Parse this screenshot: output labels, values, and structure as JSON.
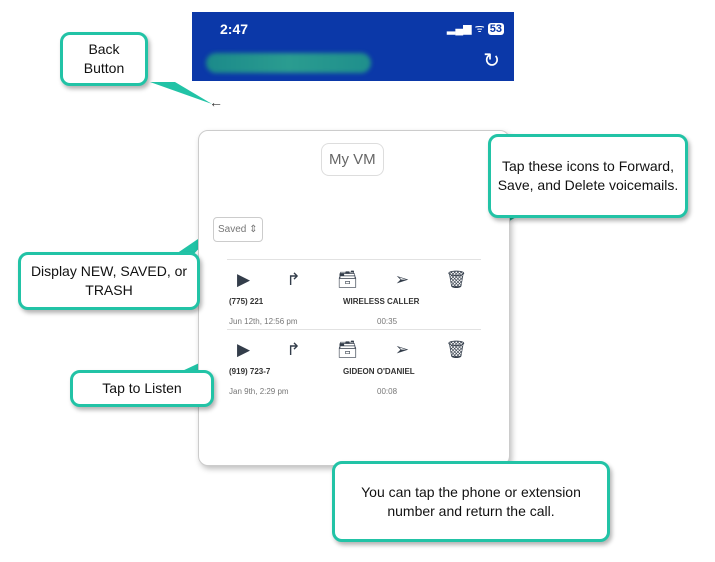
{
  "status_bar": {
    "time": "2:47",
    "battery": "53"
  },
  "header": {
    "refresh_icon": "refresh-icon"
  },
  "page": {
    "back_icon": "←",
    "title": "My VM",
    "filter_value": "Saved"
  },
  "voicemails": [
    {
      "number": "(775) 221",
      "caller": "WIRELESS CALLER",
      "date": "Jun 12th, 12:56 pm",
      "duration": "00:35"
    },
    {
      "number": "(919) 723-7",
      "caller": "GIDEON O'DANIEL",
      "date": "Jan 9th, 2:29 pm",
      "duration": "00:08"
    }
  ],
  "callouts": {
    "back": "Back Button",
    "display": "Display NEW, SAVED, or TRASH",
    "listen": "Tap to Listen",
    "icons": "Tap these icons to Forward, Save, and Delete voicemails.",
    "return": "You can tap the phone or extension number and return the call."
  },
  "colors": {
    "accent": "#22c3a6",
    "header": "#0b38a8"
  }
}
